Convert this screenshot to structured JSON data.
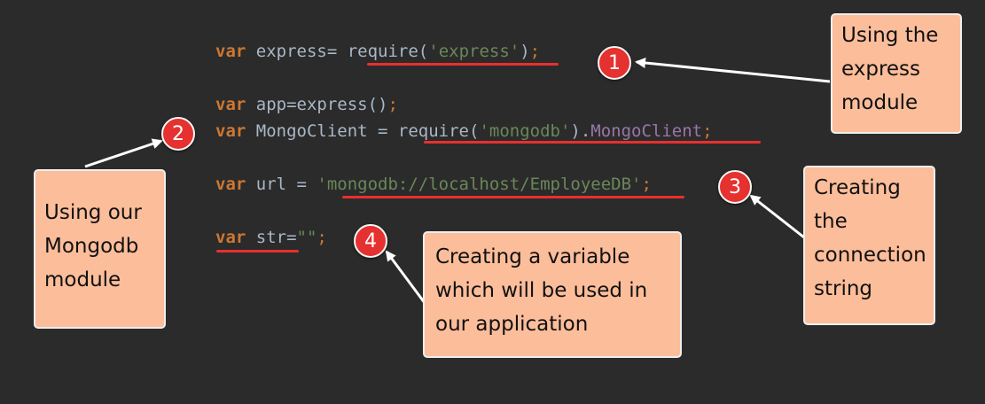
{
  "code": {
    "line1": {
      "kw": "var",
      "text": " express= ",
      "call": "require",
      "open": "(",
      "arg": "'express'",
      "close": ")",
      "semi": ";"
    },
    "line2": {
      "kw": "var",
      "text": " app=express()",
      "semi": ";"
    },
    "line3": {
      "kw": "var",
      "text": " MongoClient = ",
      "call": "require",
      "open": "(",
      "arg": "'mongodb'",
      "close": ").",
      "prop": "MongoClient",
      "semi": ";"
    },
    "line4": {
      "kw": "var",
      "text": " url = ",
      "arg": "'mongodb://localhost/EmployeeDB'",
      "semi": ";"
    },
    "line5": {
      "kw": "var",
      "text": " str=",
      "arg": "\"\"",
      "semi": ";"
    }
  },
  "badges": [
    "1",
    "2",
    "3",
    "4"
  ],
  "notes": {
    "express": "Using the express module",
    "mongodb": "Using our Mongodb module",
    "connection": "Creating the connection string",
    "variable": "Creating a variable which will be used in our application"
  },
  "colors": {
    "background": "#2b2b2b",
    "keyword": "#cc7832",
    "string": "#6a8759",
    "property": "#9876aa",
    "underline": "#e8302e",
    "badge": "#e5312f",
    "note": "#fcbd9a"
  }
}
